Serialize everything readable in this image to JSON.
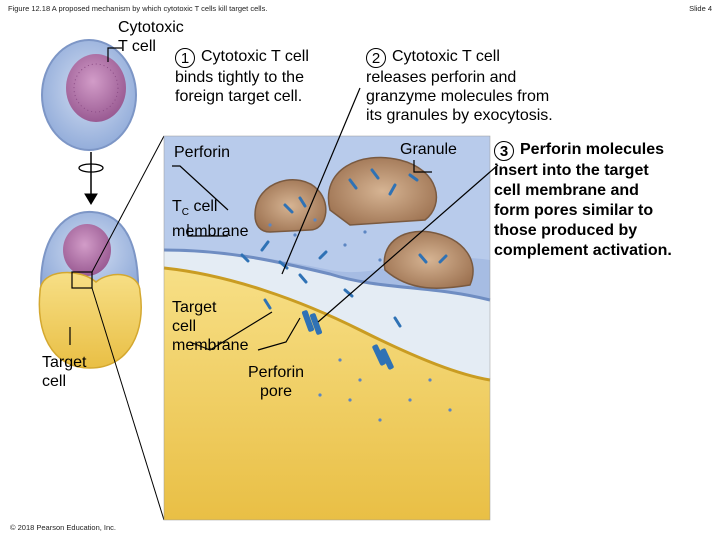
{
  "header": {
    "caption": "Figure 12.18 A proposed mechanism by which cytotoxic T cells kill target cells.",
    "slide": "Slide 4"
  },
  "labels": {
    "cytotoxic_t_cell": "Cytotoxic\nT cell",
    "target_cell": "Target\ncell",
    "perforin": "Perforin",
    "tc_cell_membrane_main": "T",
    "tc_cell_membrane_sub": "C",
    "tc_cell_membrane_rest": " cell",
    "tc_cell_membrane_line2": "membrane",
    "target_cell_membrane": "Target\ncell\nmembrane",
    "perforin_pore": "Perforin\npore",
    "granule": "Granule"
  },
  "steps": [
    {
      "number": "1",
      "text": "Cytotoxic T cell\nbinds tightly to the\nforeign target cell."
    },
    {
      "number": "2",
      "text": "Cytotoxic T cell\nreleases perforin and\ngranzyme molecules from\nits granules by exocytosis."
    },
    {
      "number": "3",
      "text": "Perforin molecules\ninsert into the target\ncell membrane and\nform pores similar to\nthose produced by\ncomplement activation."
    }
  ],
  "footer": {
    "copyright": "© 2018 Pearson Education, Inc."
  },
  "colors": {
    "tcell_body": "#9fb6de",
    "tcell_nucleus": "#b87ab0",
    "target_body": "#f1d26a",
    "granule": "#b79274",
    "perforin": "#2f72b5"
  }
}
